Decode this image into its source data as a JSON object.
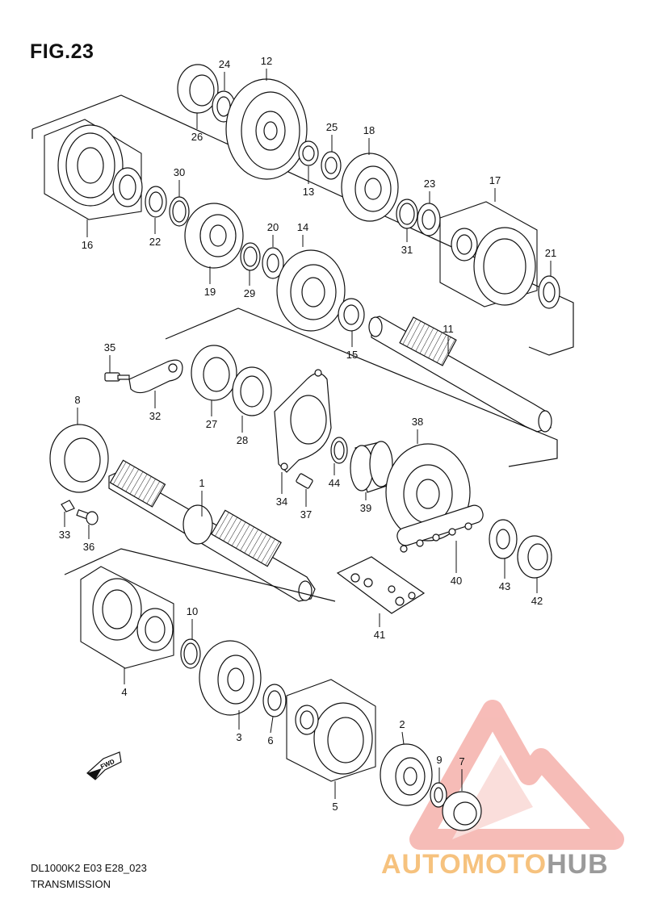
{
  "figure": {
    "title": "FIG.23",
    "model_code": "DL1000K2 E03 E28_023",
    "section_name": "TRANSMISSION"
  },
  "watermark": {
    "text_part1": "AUTOMOTO",
    "text_part2": "HUB",
    "color_accent": "#f39a6b",
    "color_text": "#f6c27e",
    "color_grey": "#9a9a9a"
  },
  "fwd_arrow_label": "FWD",
  "callouts": [
    {
      "num": "1"
    },
    {
      "num": "2"
    },
    {
      "num": "3"
    },
    {
      "num": "4"
    },
    {
      "num": "5"
    },
    {
      "num": "6"
    },
    {
      "num": "7"
    },
    {
      "num": "8"
    },
    {
      "num": "9"
    },
    {
      "num": "10"
    },
    {
      "num": "11"
    },
    {
      "num": "12"
    },
    {
      "num": "13"
    },
    {
      "num": "14"
    },
    {
      "num": "15"
    },
    {
      "num": "16"
    },
    {
      "num": "17"
    },
    {
      "num": "18"
    },
    {
      "num": "19"
    },
    {
      "num": "20"
    },
    {
      "num": "21"
    },
    {
      "num": "22"
    },
    {
      "num": "23"
    },
    {
      "num": "24"
    },
    {
      "num": "25"
    },
    {
      "num": "26"
    },
    {
      "num": "27"
    },
    {
      "num": "28"
    },
    {
      "num": "29"
    },
    {
      "num": "30"
    },
    {
      "num": "31"
    },
    {
      "num": "32"
    },
    {
      "num": "33"
    },
    {
      "num": "34"
    },
    {
      "num": "35"
    },
    {
      "num": "36"
    },
    {
      "num": "37"
    },
    {
      "num": "38"
    },
    {
      "num": "39"
    },
    {
      "num": "40"
    },
    {
      "num": "41"
    },
    {
      "num": "42"
    },
    {
      "num": "43"
    },
    {
      "num": "44"
    }
  ]
}
